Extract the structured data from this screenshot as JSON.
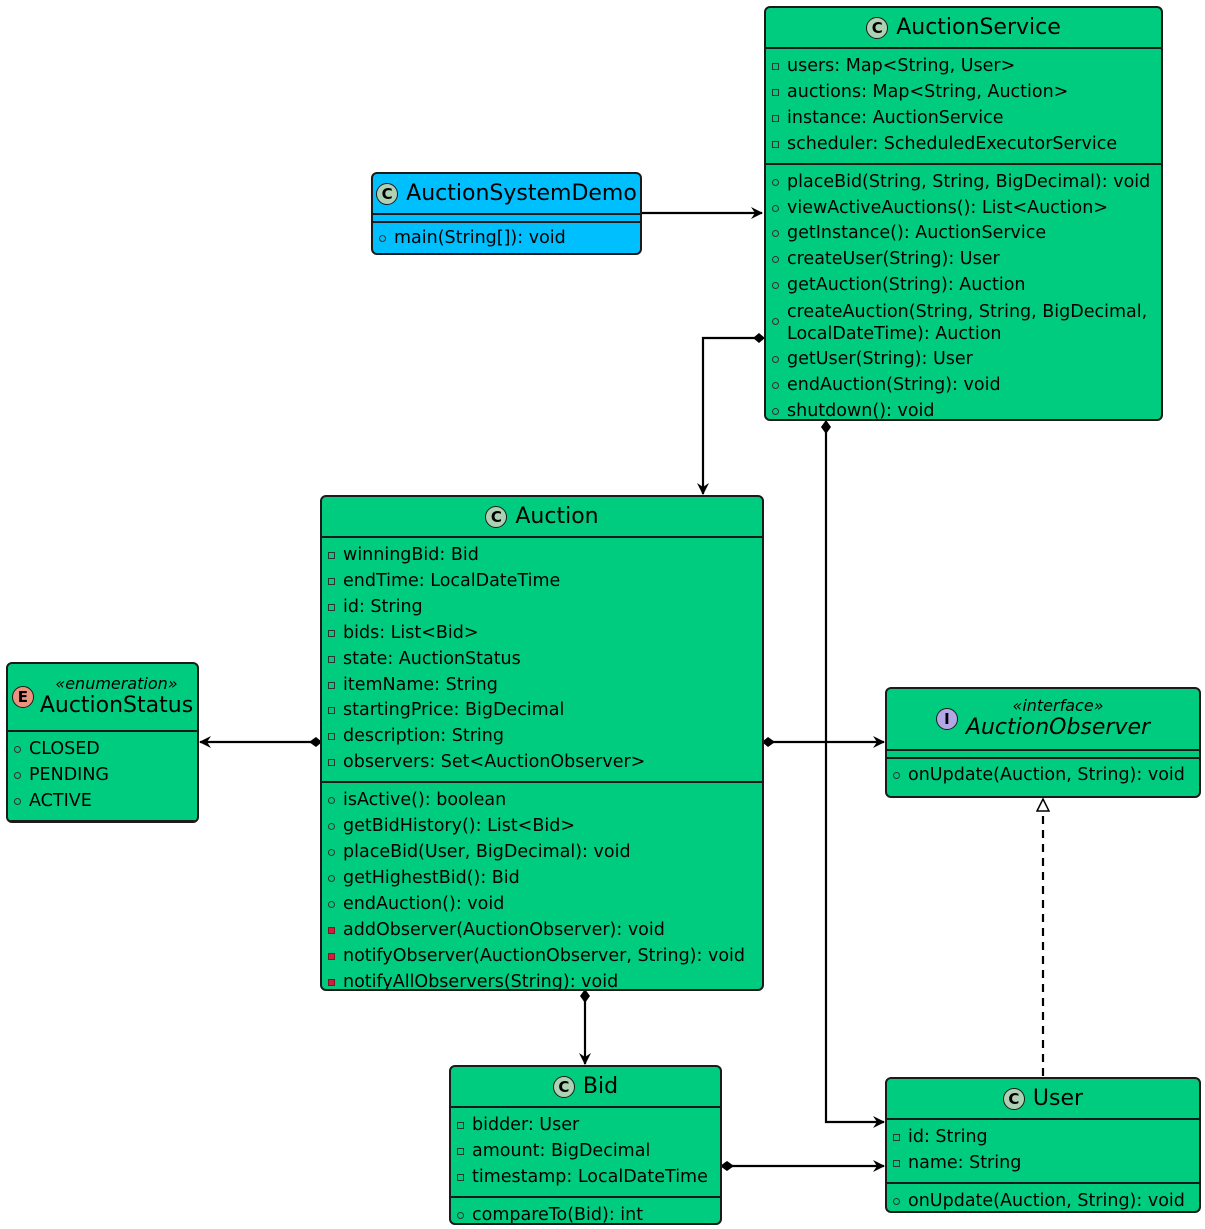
{
  "classes": {
    "auction_service": {
      "kind": "C",
      "name": "AuctionService",
      "fields": [
        {
          "vis": "private",
          "text": "users: Map<String, User>"
        },
        {
          "vis": "private",
          "text": "auctions: Map<String, Auction>"
        },
        {
          "vis": "private",
          "text": "instance: AuctionService"
        },
        {
          "vis": "private",
          "text": "scheduler: ScheduledExecutorService"
        }
      ],
      "methods": [
        {
          "vis": "public",
          "text": "placeBid(String, String, BigDecimal): void"
        },
        {
          "vis": "public",
          "text": "viewActiveAuctions(): List<Auction>"
        },
        {
          "vis": "public",
          "text": "getInstance(): AuctionService"
        },
        {
          "vis": "public",
          "text": "createUser(String): User"
        },
        {
          "vis": "public",
          "text": "getAuction(String): Auction"
        },
        {
          "vis": "public",
          "text": "createAuction(String, String, BigDecimal,\nLocalDateTime): Auction"
        },
        {
          "vis": "public",
          "text": "getUser(String): User"
        },
        {
          "vis": "public",
          "text": "endAuction(String): void"
        },
        {
          "vis": "public",
          "text": "shutdown(): void"
        }
      ]
    },
    "auction_system_demo": {
      "kind": "C",
      "name": "AuctionSystemDemo",
      "fields": [],
      "methods": [
        {
          "vis": "public",
          "text": "main(String[]): void"
        }
      ]
    },
    "auction": {
      "kind": "C",
      "name": "Auction",
      "fields": [
        {
          "vis": "private",
          "text": "winningBid: Bid"
        },
        {
          "vis": "private",
          "text": "endTime: LocalDateTime"
        },
        {
          "vis": "private",
          "text": "id: String"
        },
        {
          "vis": "private",
          "text": "bids: List<Bid>"
        },
        {
          "vis": "private",
          "text": "state: AuctionStatus"
        },
        {
          "vis": "private",
          "text": "itemName: String"
        },
        {
          "vis": "private",
          "text": "startingPrice: BigDecimal"
        },
        {
          "vis": "private",
          "text": "description: String"
        },
        {
          "vis": "private",
          "text": "observers: Set<AuctionObserver>"
        }
      ],
      "methods": [
        {
          "vis": "public",
          "text": "isActive(): boolean"
        },
        {
          "vis": "public",
          "text": "getBidHistory(): List<Bid>"
        },
        {
          "vis": "public",
          "text": "placeBid(User, BigDecimal): void"
        },
        {
          "vis": "public",
          "text": "getHighestBid(): Bid"
        },
        {
          "vis": "public",
          "text": "endAuction(): void"
        },
        {
          "vis": "private_method",
          "text": "addObserver(AuctionObserver): void"
        },
        {
          "vis": "private_method",
          "text": "notifyObserver(AuctionObserver, String): void"
        },
        {
          "vis": "private_method",
          "text": "notifyAllObservers(String): void"
        }
      ]
    },
    "auction_status": {
      "kind": "E",
      "stereotype": "«enumeration»",
      "name": "AuctionStatus",
      "fields": [
        {
          "vis": "public",
          "text": "CLOSED"
        },
        {
          "vis": "public",
          "text": "PENDING"
        },
        {
          "vis": "public",
          "text": "ACTIVE"
        }
      ],
      "methods": []
    },
    "auction_observer": {
      "kind": "I",
      "stereotype": "«interface»",
      "name": "AuctionObserver",
      "fields": [],
      "methods": [
        {
          "vis": "public",
          "text": "onUpdate(Auction, String): void"
        }
      ]
    },
    "bid": {
      "kind": "C",
      "name": "Bid",
      "fields": [
        {
          "vis": "private",
          "text": "bidder: User"
        },
        {
          "vis": "private",
          "text": "amount: BigDecimal"
        },
        {
          "vis": "private",
          "text": "timestamp: LocalDateTime"
        }
      ],
      "methods": [
        {
          "vis": "public",
          "text": "compareTo(Bid): int"
        }
      ]
    },
    "user": {
      "kind": "C",
      "name": "User",
      "fields": [
        {
          "vis": "private",
          "text": "id: String"
        },
        {
          "vis": "private",
          "text": "name: String"
        }
      ],
      "methods": [
        {
          "vis": "public",
          "text": "onUpdate(Auction, String): void"
        }
      ]
    }
  },
  "colors": {
    "class_fill": "#00cc80",
    "demo_fill": "#00bfff",
    "border": "#1a1a1a",
    "class_badge": "#add1b2",
    "enum_badge": "#eb937f",
    "interface_badge": "#b4a7e5",
    "private_method_marker": "#d21e3c"
  },
  "relationships": [
    {
      "from": "AuctionSystemDemo",
      "to": "AuctionService",
      "type": "association"
    },
    {
      "from": "AuctionService",
      "to": "Auction",
      "type": "composition"
    },
    {
      "from": "AuctionService",
      "to": "User",
      "type": "composition"
    },
    {
      "from": "Auction",
      "to": "AuctionStatus",
      "type": "composition"
    },
    {
      "from": "Auction",
      "to": "AuctionObserver",
      "type": "composition"
    },
    {
      "from": "Auction",
      "to": "Bid",
      "type": "composition"
    },
    {
      "from": "Bid",
      "to": "User",
      "type": "composition"
    },
    {
      "from": "User",
      "to": "AuctionObserver",
      "type": "realization"
    }
  ]
}
